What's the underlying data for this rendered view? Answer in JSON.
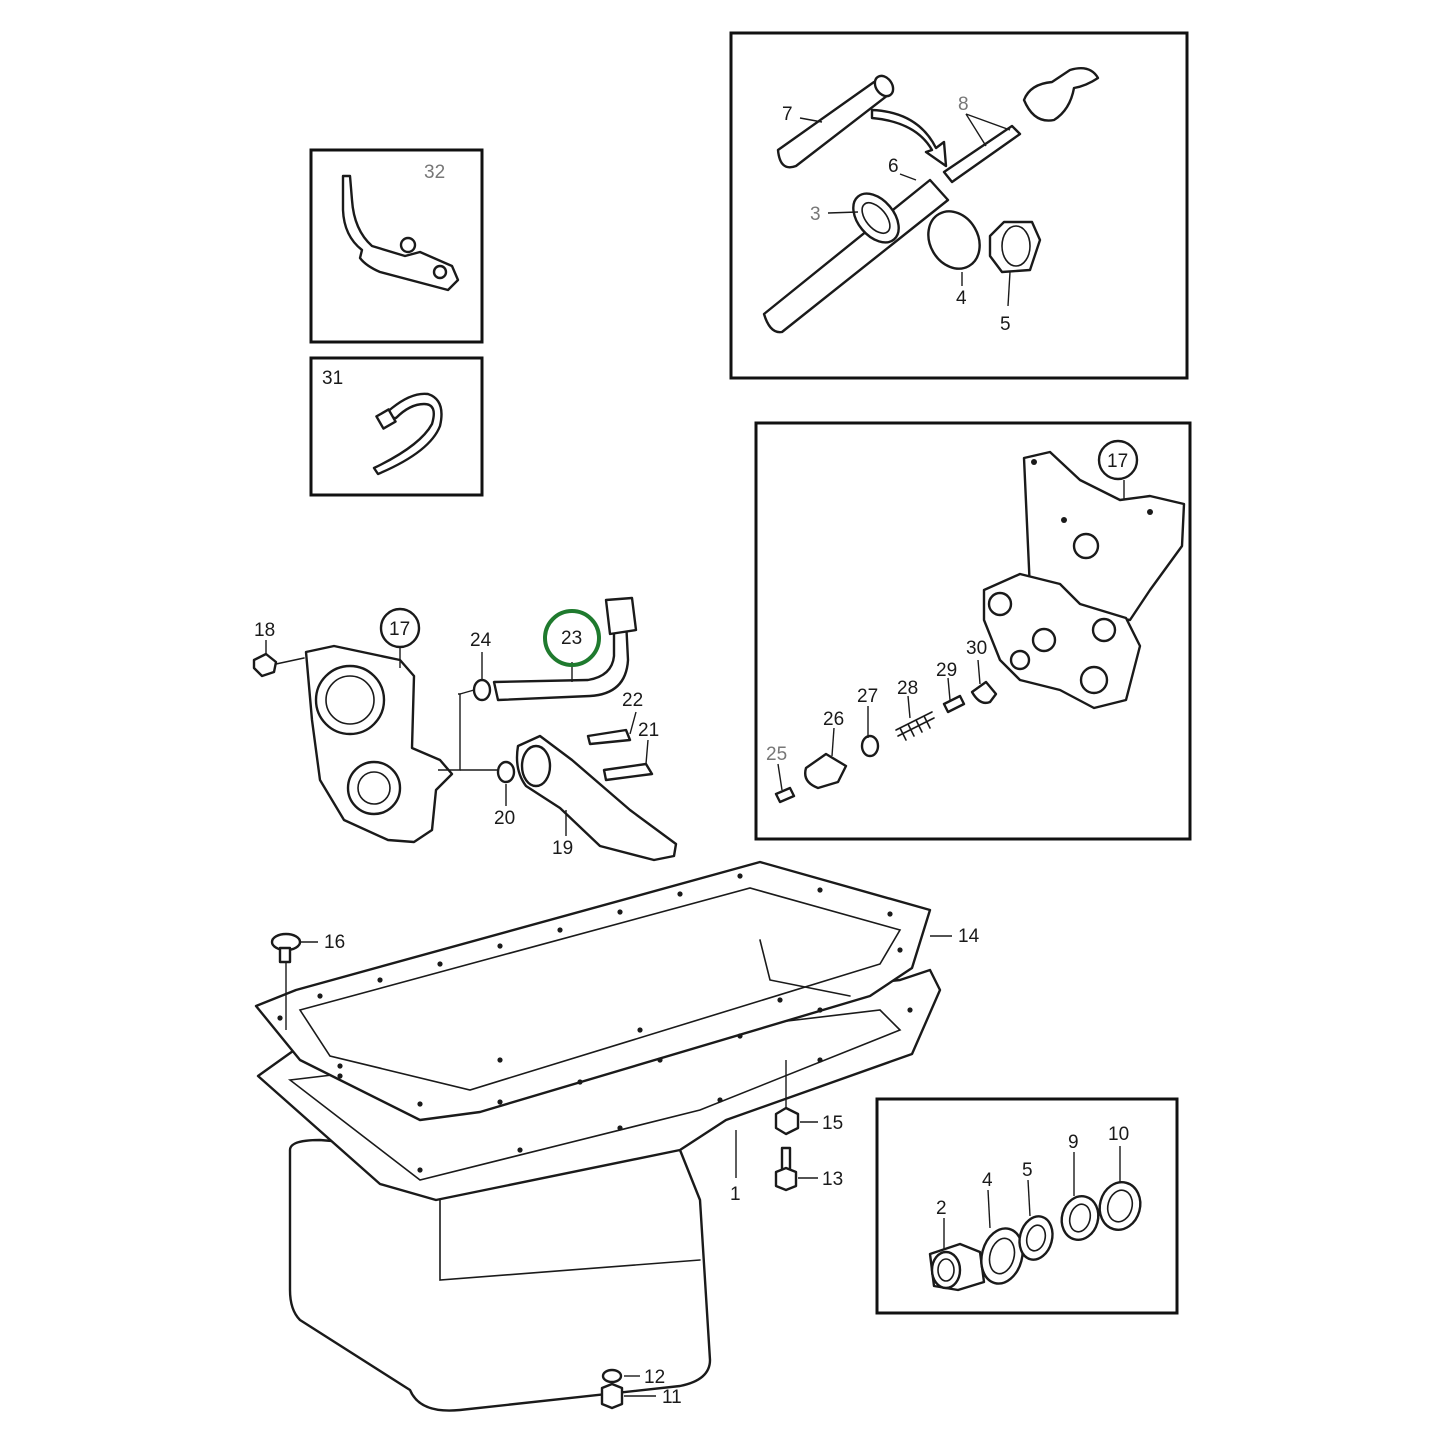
{
  "highlight_color": "#1f7a2e",
  "labels": {
    "p1": "1",
    "p2": "2",
    "p3": "3",
    "p4a": "4",
    "p4b": "4",
    "p5a": "5",
    "p5b": "5",
    "p6": "6",
    "p7": "7",
    "p8": "8",
    "p9": "9",
    "p10": "10",
    "p11": "11",
    "p12": "12",
    "p13": "13",
    "p14": "14",
    "p15": "15",
    "p16": "16",
    "p17a": "17",
    "p17b": "17",
    "p18": "18",
    "p19": "19",
    "p20": "20",
    "p21": "21",
    "p22": "22",
    "p23": "23",
    "p24": "24",
    "p25": "25",
    "p26": "26",
    "p27": "27",
    "p28": "28",
    "p29": "29",
    "p30": "30",
    "p31": "31",
    "p32": "32"
  }
}
